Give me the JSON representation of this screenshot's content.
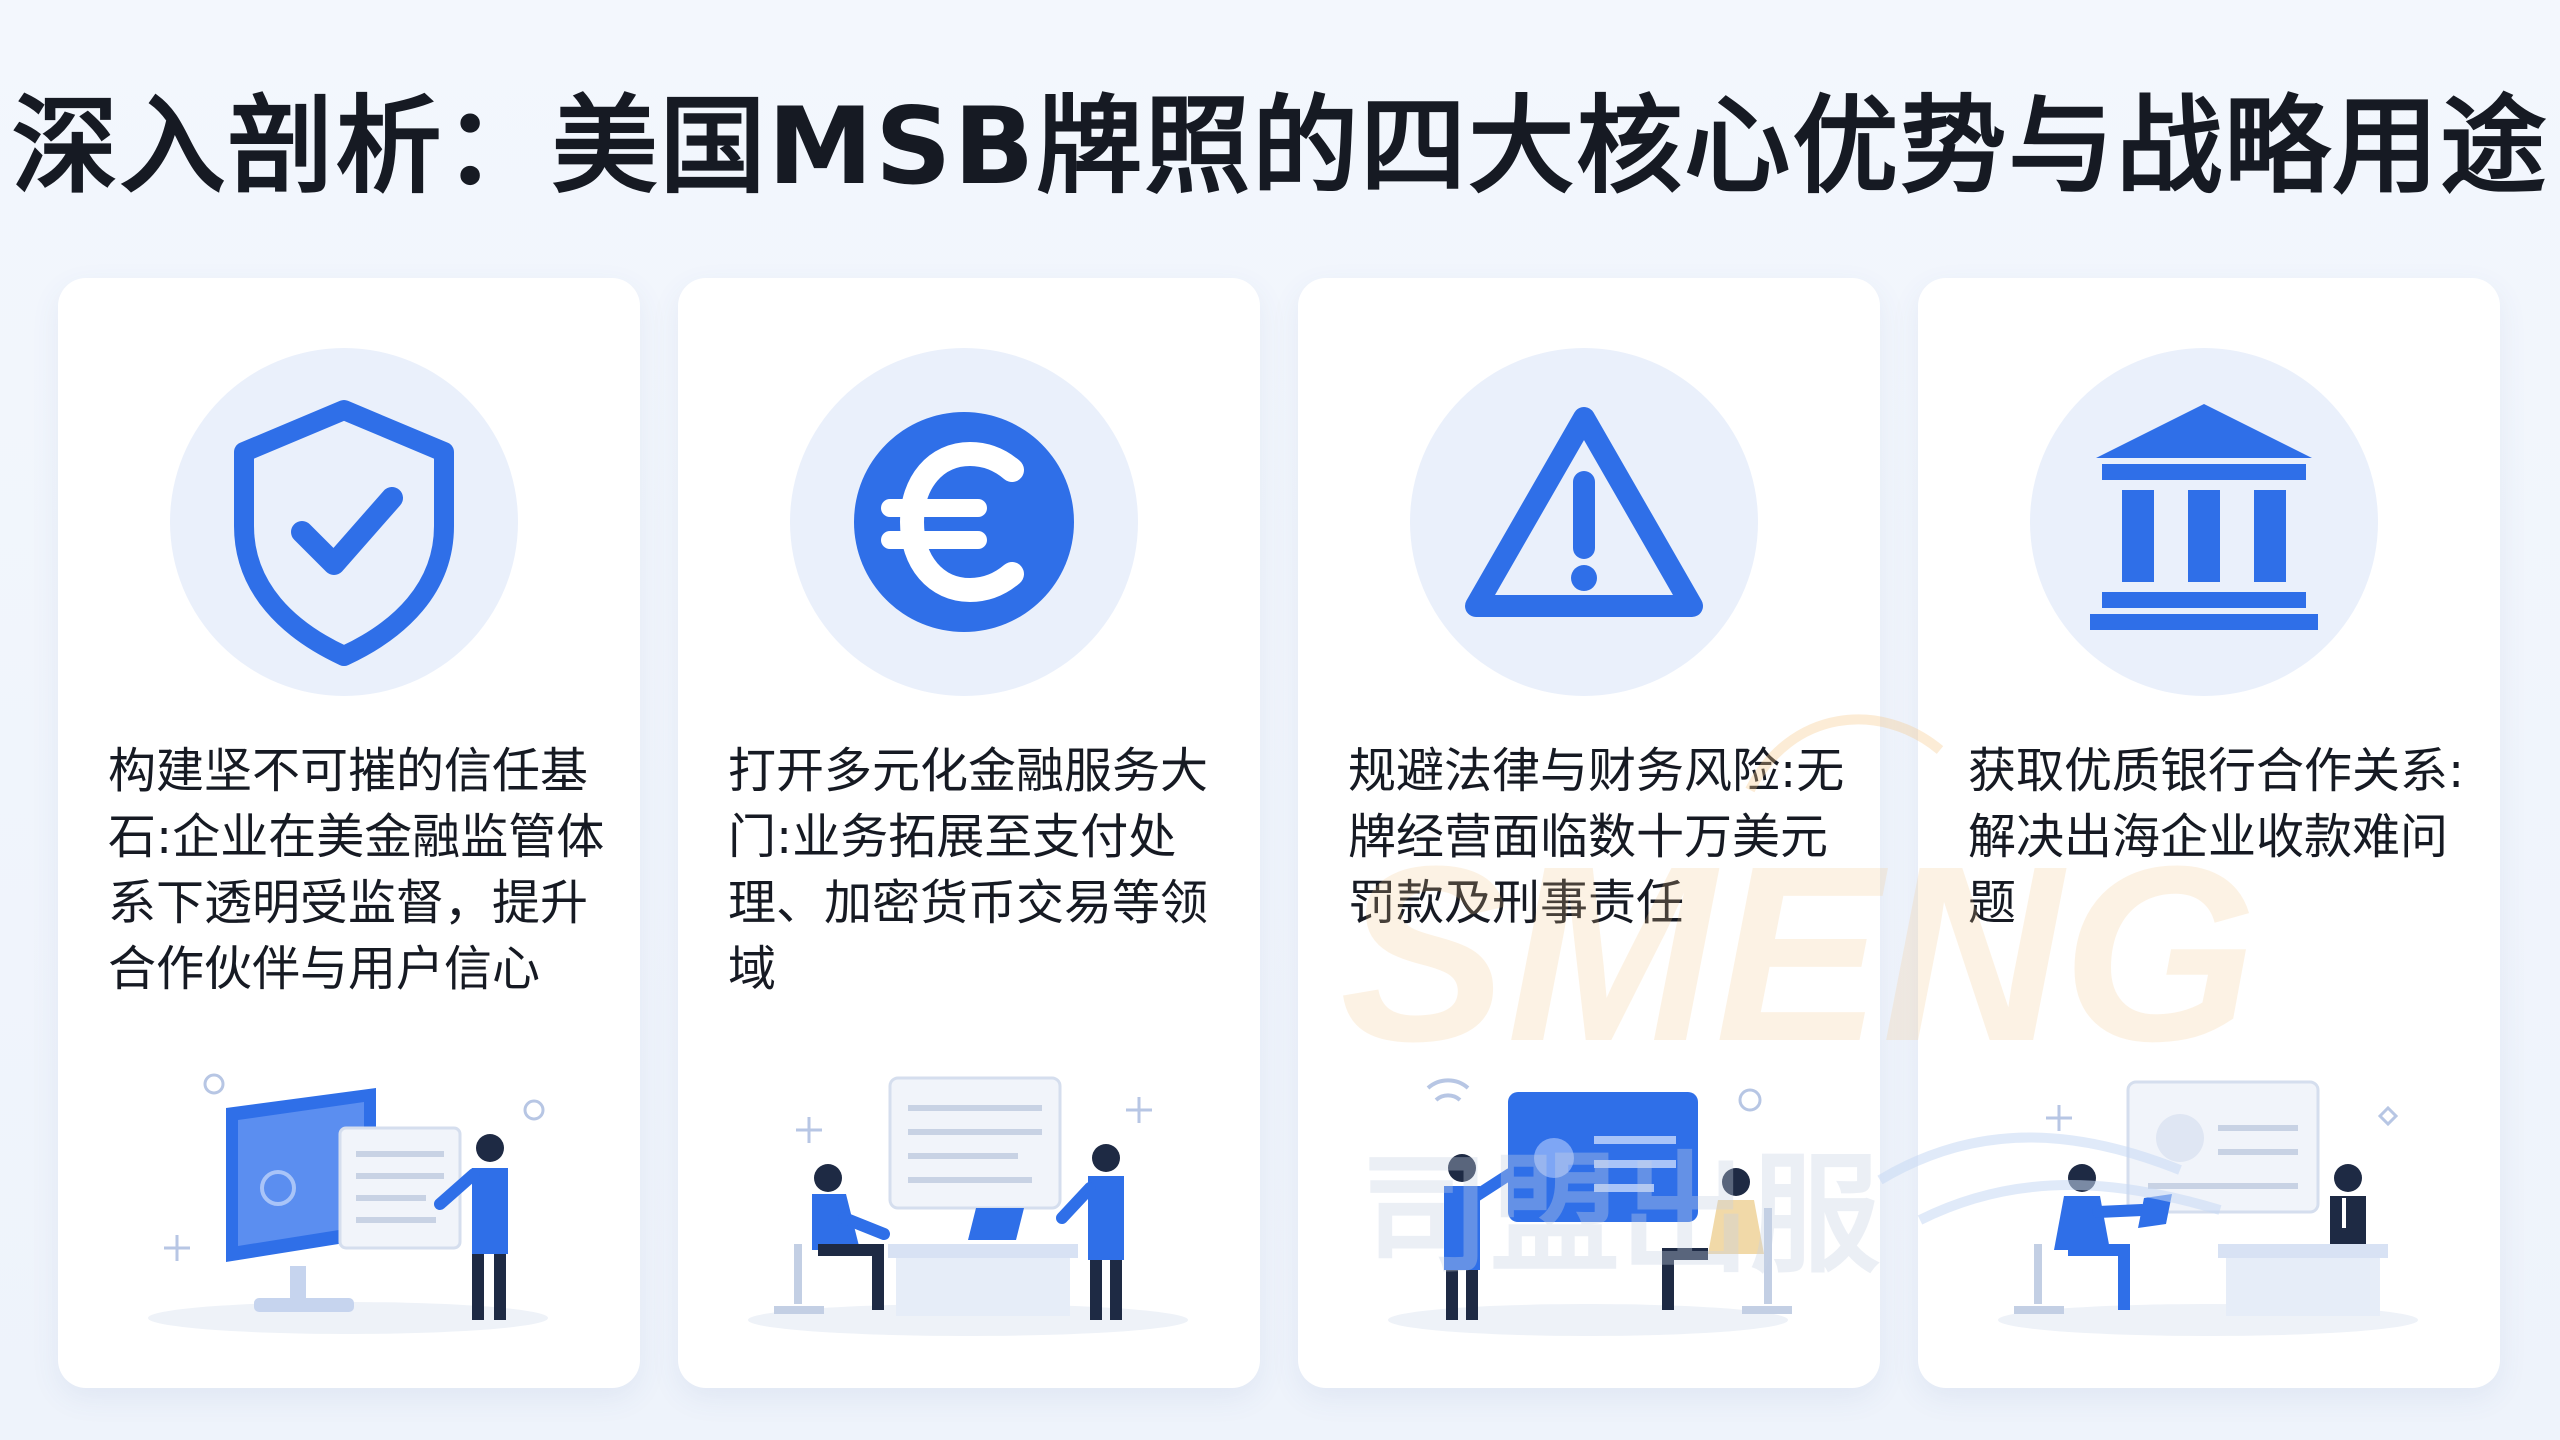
{
  "title": "深入剖析：美国MSB牌照的四大核心优势与战略用途",
  "cards": [
    {
      "heading": "构建坚不可摧的信任基石:",
      "body": "企业在美金融监管体系下透明受监督，提升合作伙伴与用户信心",
      "icon": "shield-check-icon"
    },
    {
      "heading": "打开多元化金融服务大门:",
      "body": "业务拓展至支付处理、加密货币交易等领域",
      "icon": "euro-coin-icon"
    },
    {
      "heading": "规避法律与财务风险:",
      "body": "无牌经营面临数十万美元罚款及刑事责任",
      "icon": "warning-triangle-icon"
    },
    {
      "heading": "获取优质银行合作关系:",
      "body": "解决出海企业收款难问题",
      "icon": "bank-building-icon"
    }
  ],
  "watermark": {
    "latin": "SMENG",
    "cjk": "司盟出服"
  },
  "colors": {
    "accent": "#2f6fe8",
    "icon_bg": "#eaf0fb",
    "text": "#161a23",
    "watermark": "#f6c88a"
  }
}
